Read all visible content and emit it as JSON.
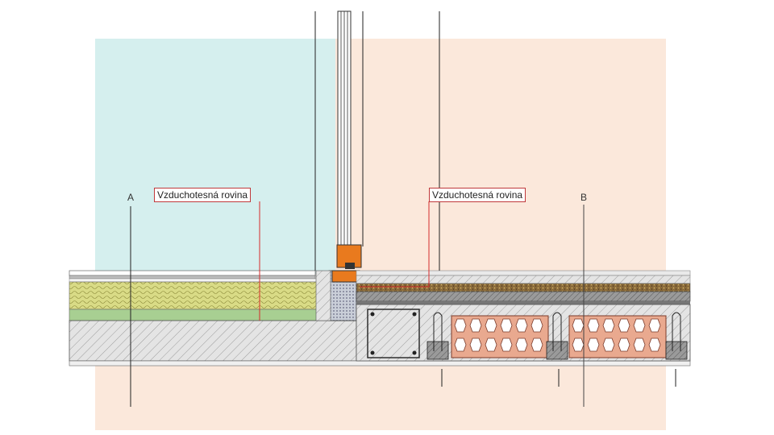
{
  "labels": {
    "callout_left": "Vzduchotesná rovina",
    "callout_right": "Vzduchotesná rovina",
    "section_a": "A",
    "section_b": "B"
  },
  "colors": {
    "interior_zone": "#d5efee",
    "exterior_zone": "#fbe8db",
    "airtight_line": "#d62b2b",
    "insulation": "#d9db86",
    "insulation_lower": "#a8cf92",
    "concrete_hatch": "#e2e2e2",
    "window_frame": "#e97a1e",
    "brick_blocks": "#e9a98f"
  }
}
